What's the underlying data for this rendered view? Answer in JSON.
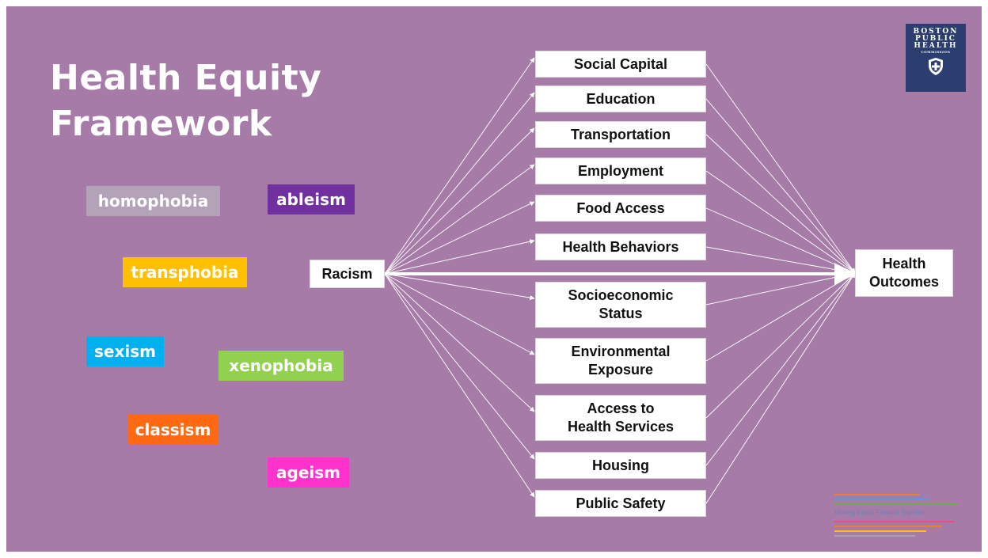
{
  "title": {
    "line1": "Health Equity",
    "line2": "Framework"
  },
  "isms": [
    {
      "id": "homophobia",
      "label": "homophobia",
      "color": "#b4a3b8"
    },
    {
      "id": "ableism",
      "label": "ableism",
      "color": "#7030a0"
    },
    {
      "id": "transphobia",
      "label": "transphobia",
      "color": "#ffc000"
    },
    {
      "id": "sexism",
      "label": "sexism",
      "color": "#00b0f0"
    },
    {
      "id": "xenophobia",
      "label": "xenophobia",
      "color": "#92d050"
    },
    {
      "id": "classism",
      "label": "classism",
      "color": "#ff6a13"
    },
    {
      "id": "ageism",
      "label": "ageism",
      "color": "#ff33cc"
    }
  ],
  "source": {
    "label": "Racism"
  },
  "factors": [
    {
      "id": "social-capital",
      "lines": [
        "Social Capital"
      ]
    },
    {
      "id": "education",
      "lines": [
        "Education"
      ]
    },
    {
      "id": "transportation",
      "lines": [
        "Transportation"
      ]
    },
    {
      "id": "employment",
      "lines": [
        "Employment"
      ]
    },
    {
      "id": "food-access",
      "lines": [
        "Food Access"
      ]
    },
    {
      "id": "health-behaviors",
      "lines": [
        "Health Behaviors"
      ]
    },
    {
      "id": "socioeconomic-status",
      "lines": [
        "Socioeconomic",
        "Status"
      ]
    },
    {
      "id": "environmental-exposure",
      "lines": [
        "Environmental",
        "Exposure"
      ]
    },
    {
      "id": "access-to-health-services",
      "lines": [
        "Access to",
        "Health Services"
      ]
    },
    {
      "id": "housing",
      "lines": [
        "Housing"
      ]
    },
    {
      "id": "public-safety",
      "lines": [
        "Public Safety"
      ]
    }
  ],
  "target": {
    "lines": [
      "Health",
      "Outcomes"
    ]
  },
  "logo": {
    "lines": [
      "BOSTON",
      "PUBLIC",
      "HEALTH"
    ],
    "sub": "COMMISSION"
  },
  "tagline": {
    "text": "Moving Equity Forward Together"
  },
  "colors": {
    "background": "#a67ba8",
    "arrow": "#ffffff",
    "logo_bg": "#2c3e6f"
  }
}
